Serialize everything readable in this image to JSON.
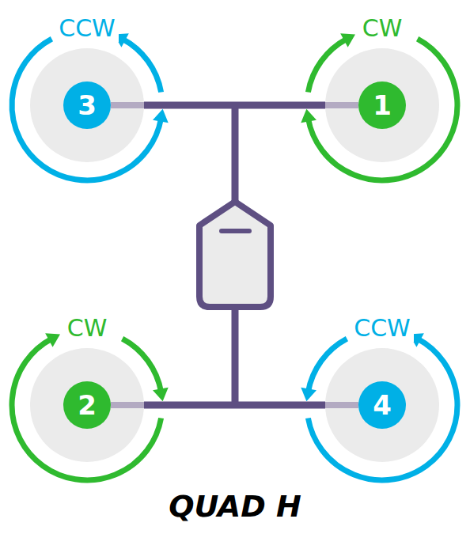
{
  "diagram": {
    "caption": "QUAD H",
    "nodes": [
      {
        "text": [
          "CCW",
          "3"
        ]
      },
      {
        "text": [
          "CW",
          "1"
        ]
      },
      {
        "text": [
          "CW",
          "2"
        ]
      },
      {
        "text": [
          "CCW",
          "4"
        ]
      }
    ],
    "edges": [
      {
        "from": 0,
        "to": 1,
        "arrow": "none"
      },
      {
        "from": 2,
        "to": 3,
        "arrow": "none"
      }
    ]
  }
}
